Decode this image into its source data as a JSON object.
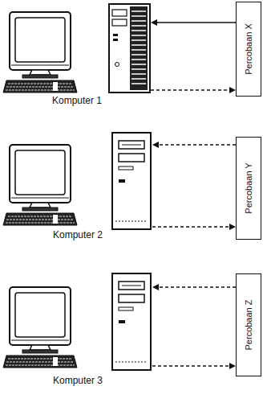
{
  "diagram": {
    "nodes": [
      {
        "text": [
          "Komputer 1"
        ]
      },
      {
        "text": [
          "Percobaan X"
        ]
      },
      {
        "text": [
          "Komputer 2"
        ]
      },
      {
        "text": [
          "Percobaan Y"
        ]
      },
      {
        "text": [
          "Komputer 3"
        ]
      },
      {
        "text": [
          "Percobaan Z"
        ]
      }
    ],
    "edges": [
      {
        "from": 1,
        "to": 0,
        "arrow": "to"
      },
      {
        "from": 0,
        "to": 1,
        "arrow": "to"
      },
      {
        "from": 3,
        "to": 2,
        "arrow": "to"
      },
      {
        "from": 2,
        "to": 3,
        "arrow": "to"
      },
      {
        "from": 5,
        "to": 4,
        "arrow": "to"
      },
      {
        "from": 4,
        "to": 5,
        "arrow": "to"
      }
    ]
  }
}
